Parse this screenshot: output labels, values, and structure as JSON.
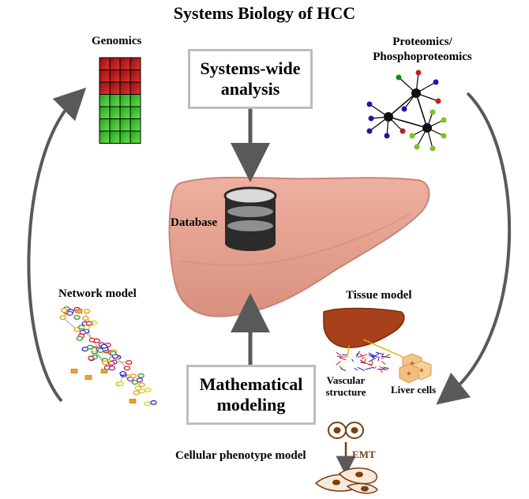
{
  "title": "Systems Biology of HCC",
  "labels": {
    "genomics": "Genomics",
    "proteomics_line1": "Proteomics/",
    "proteomics_line2": "Phosphoproteomics",
    "database": "Database",
    "network_model": "Network model",
    "tissue_model": "Tissue model",
    "vascular_line1": "Vascular",
    "vascular_line2": "structure",
    "liver_cells": "Liver cells",
    "cellular_phenotype": "Cellular phenotype model",
    "emt": "EMT"
  },
  "boxes": {
    "systems_wide_line1": "Systems-wide",
    "systems_wide_line2": "analysis",
    "math_line1": "Mathematical",
    "math_line2": "modeling"
  },
  "colors": {
    "arrow": "#595959",
    "liver": "#e8a090",
    "liver_shade": "#d98f7e",
    "box_border": "#bdbdbd",
    "heatmap_red": "#d42020",
    "heatmap_green": "#2fbf2f",
    "emt_brown": "#7a3f10"
  }
}
